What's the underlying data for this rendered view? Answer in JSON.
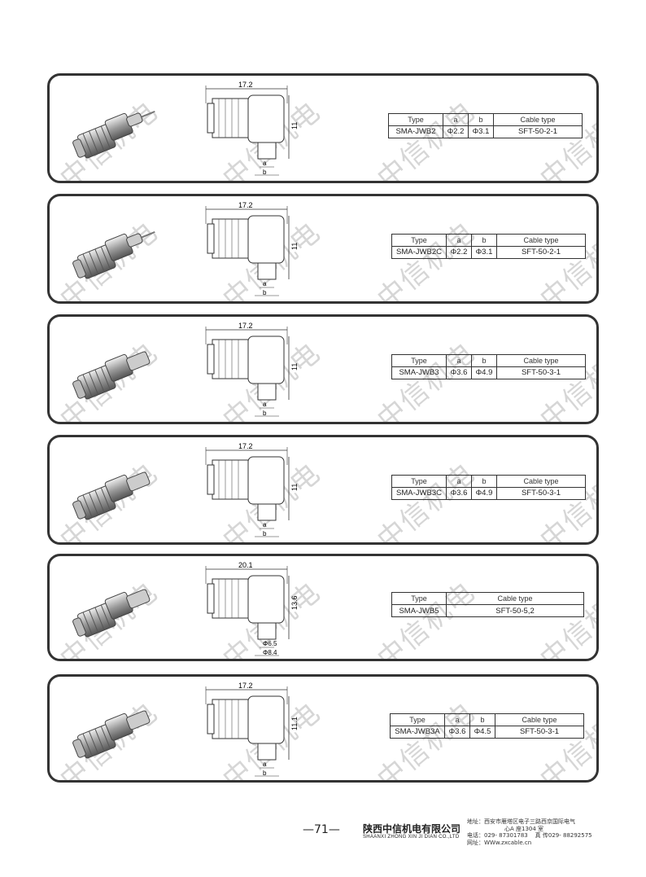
{
  "products": [
    {
      "type": "SMA-JWB2",
      "a": "Φ2.2",
      "b": "Φ3.1",
      "cable": "SFT-50-2-1",
      "dim_w": "17.2",
      "dim_h": "11",
      "lab_a": "a",
      "lab_b": "b"
    },
    {
      "type": "SMA-JWB2C",
      "a": "Φ2.2",
      "b": "Φ3.1",
      "cable": "SFT-50-2-1",
      "dim_w": "17.2",
      "dim_h": "11",
      "lab_a": "a",
      "lab_b": "b"
    },
    {
      "type": "SMA-JWB3",
      "a": "Φ3.6",
      "b": "Φ4.9",
      "cable": "SFT-50-3-1",
      "dim_w": "17.2",
      "dim_h": "11",
      "lab_a": "a",
      "lab_b": "b"
    },
    {
      "type": "SMA-JWB3C",
      "a": "Φ3.6",
      "b": "Φ4.9",
      "cable": "SFT-50-3-1",
      "dim_w": "17.2",
      "dim_h": "11",
      "lab_a": "a",
      "lab_b": "b"
    },
    {
      "type": "SMA-JWB5",
      "cable": "SFT-50-5,2",
      "dim_w": "20.1",
      "dim_h": "13.6",
      "lab_a": "Φ6.5",
      "lab_b": "Φ8.4"
    },
    {
      "type": "SMA-JWB3A",
      "a": "Φ3.6",
      "b": "Φ4.5",
      "cable": "SFT-50-3-1",
      "dim_w": "17.2",
      "dim_h": "11.1",
      "lab_a": "a",
      "lab_b": "b"
    }
  ],
  "table_headers": {
    "type": "Type",
    "a": "a",
    "b": "b",
    "cable": "Cable type"
  },
  "watermark": "中信机电",
  "footer": {
    "page_number": "—71—",
    "company_cn": "陕西中信机电有限公司",
    "company_en": "SHAANXI ZHONG XIN JI DIAN CO.,LTD",
    "address": "地址：西安市雁塔区电子三路西京国际电气",
    "address2": "心A 座1304 室",
    "phone": "电话：029- 87301783",
    "fax": "真 传029- 88292575",
    "web": "网址：WWw.zxcable.cn"
  }
}
